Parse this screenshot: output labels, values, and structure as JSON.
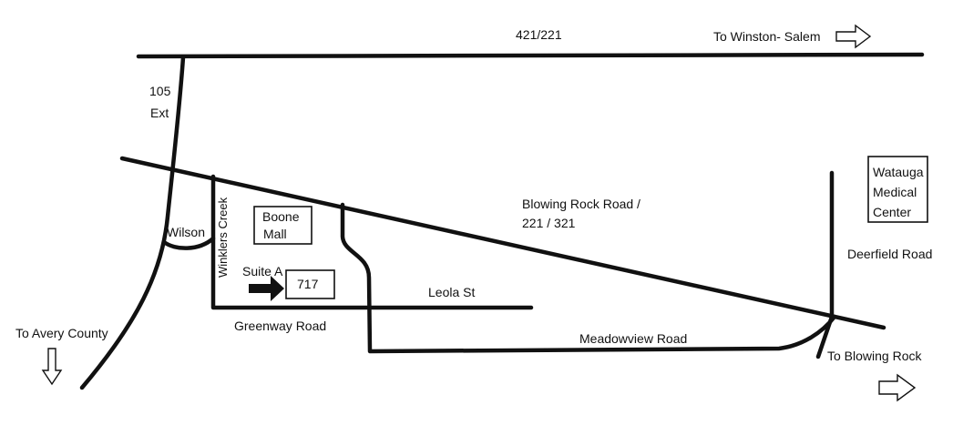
{
  "map": {
    "roads": {
      "us421_221": "421/221",
      "ext105_line1": "105",
      "ext105_line2": "Ext",
      "wilson": "Wilson",
      "winklers_creek": "Winklers Creek",
      "blowing_rock_road_line1": "Blowing Rock Road /",
      "blowing_rock_road_line2": "221 / 321",
      "deerfield_road": "Deerfield Road",
      "leola_st": "Leola St",
      "greenway_road": "Greenway Road",
      "meadowview_road": "Meadowview Road"
    },
    "destinations": {
      "winston_salem": "To Winston- Salem",
      "avery_county": "To Avery County",
      "blowing_rock": "To Blowing Rock"
    },
    "places": {
      "boone_mall_line1": "Boone",
      "boone_mall_line2": "Mall",
      "watauga_line1": "Watauga",
      "watauga_line2": "Medical",
      "watauga_line3": "Center",
      "suite_label": "Suite A",
      "suite_number": "717"
    },
    "icons": {
      "winston_salem_arrow": "outline-arrow-right-icon",
      "avery_county_arrow": "outline-arrow-down-icon",
      "blowing_rock_arrow": "outline-arrow-right-icon",
      "suite_pointer": "solid-arrow-right-icon"
    }
  }
}
